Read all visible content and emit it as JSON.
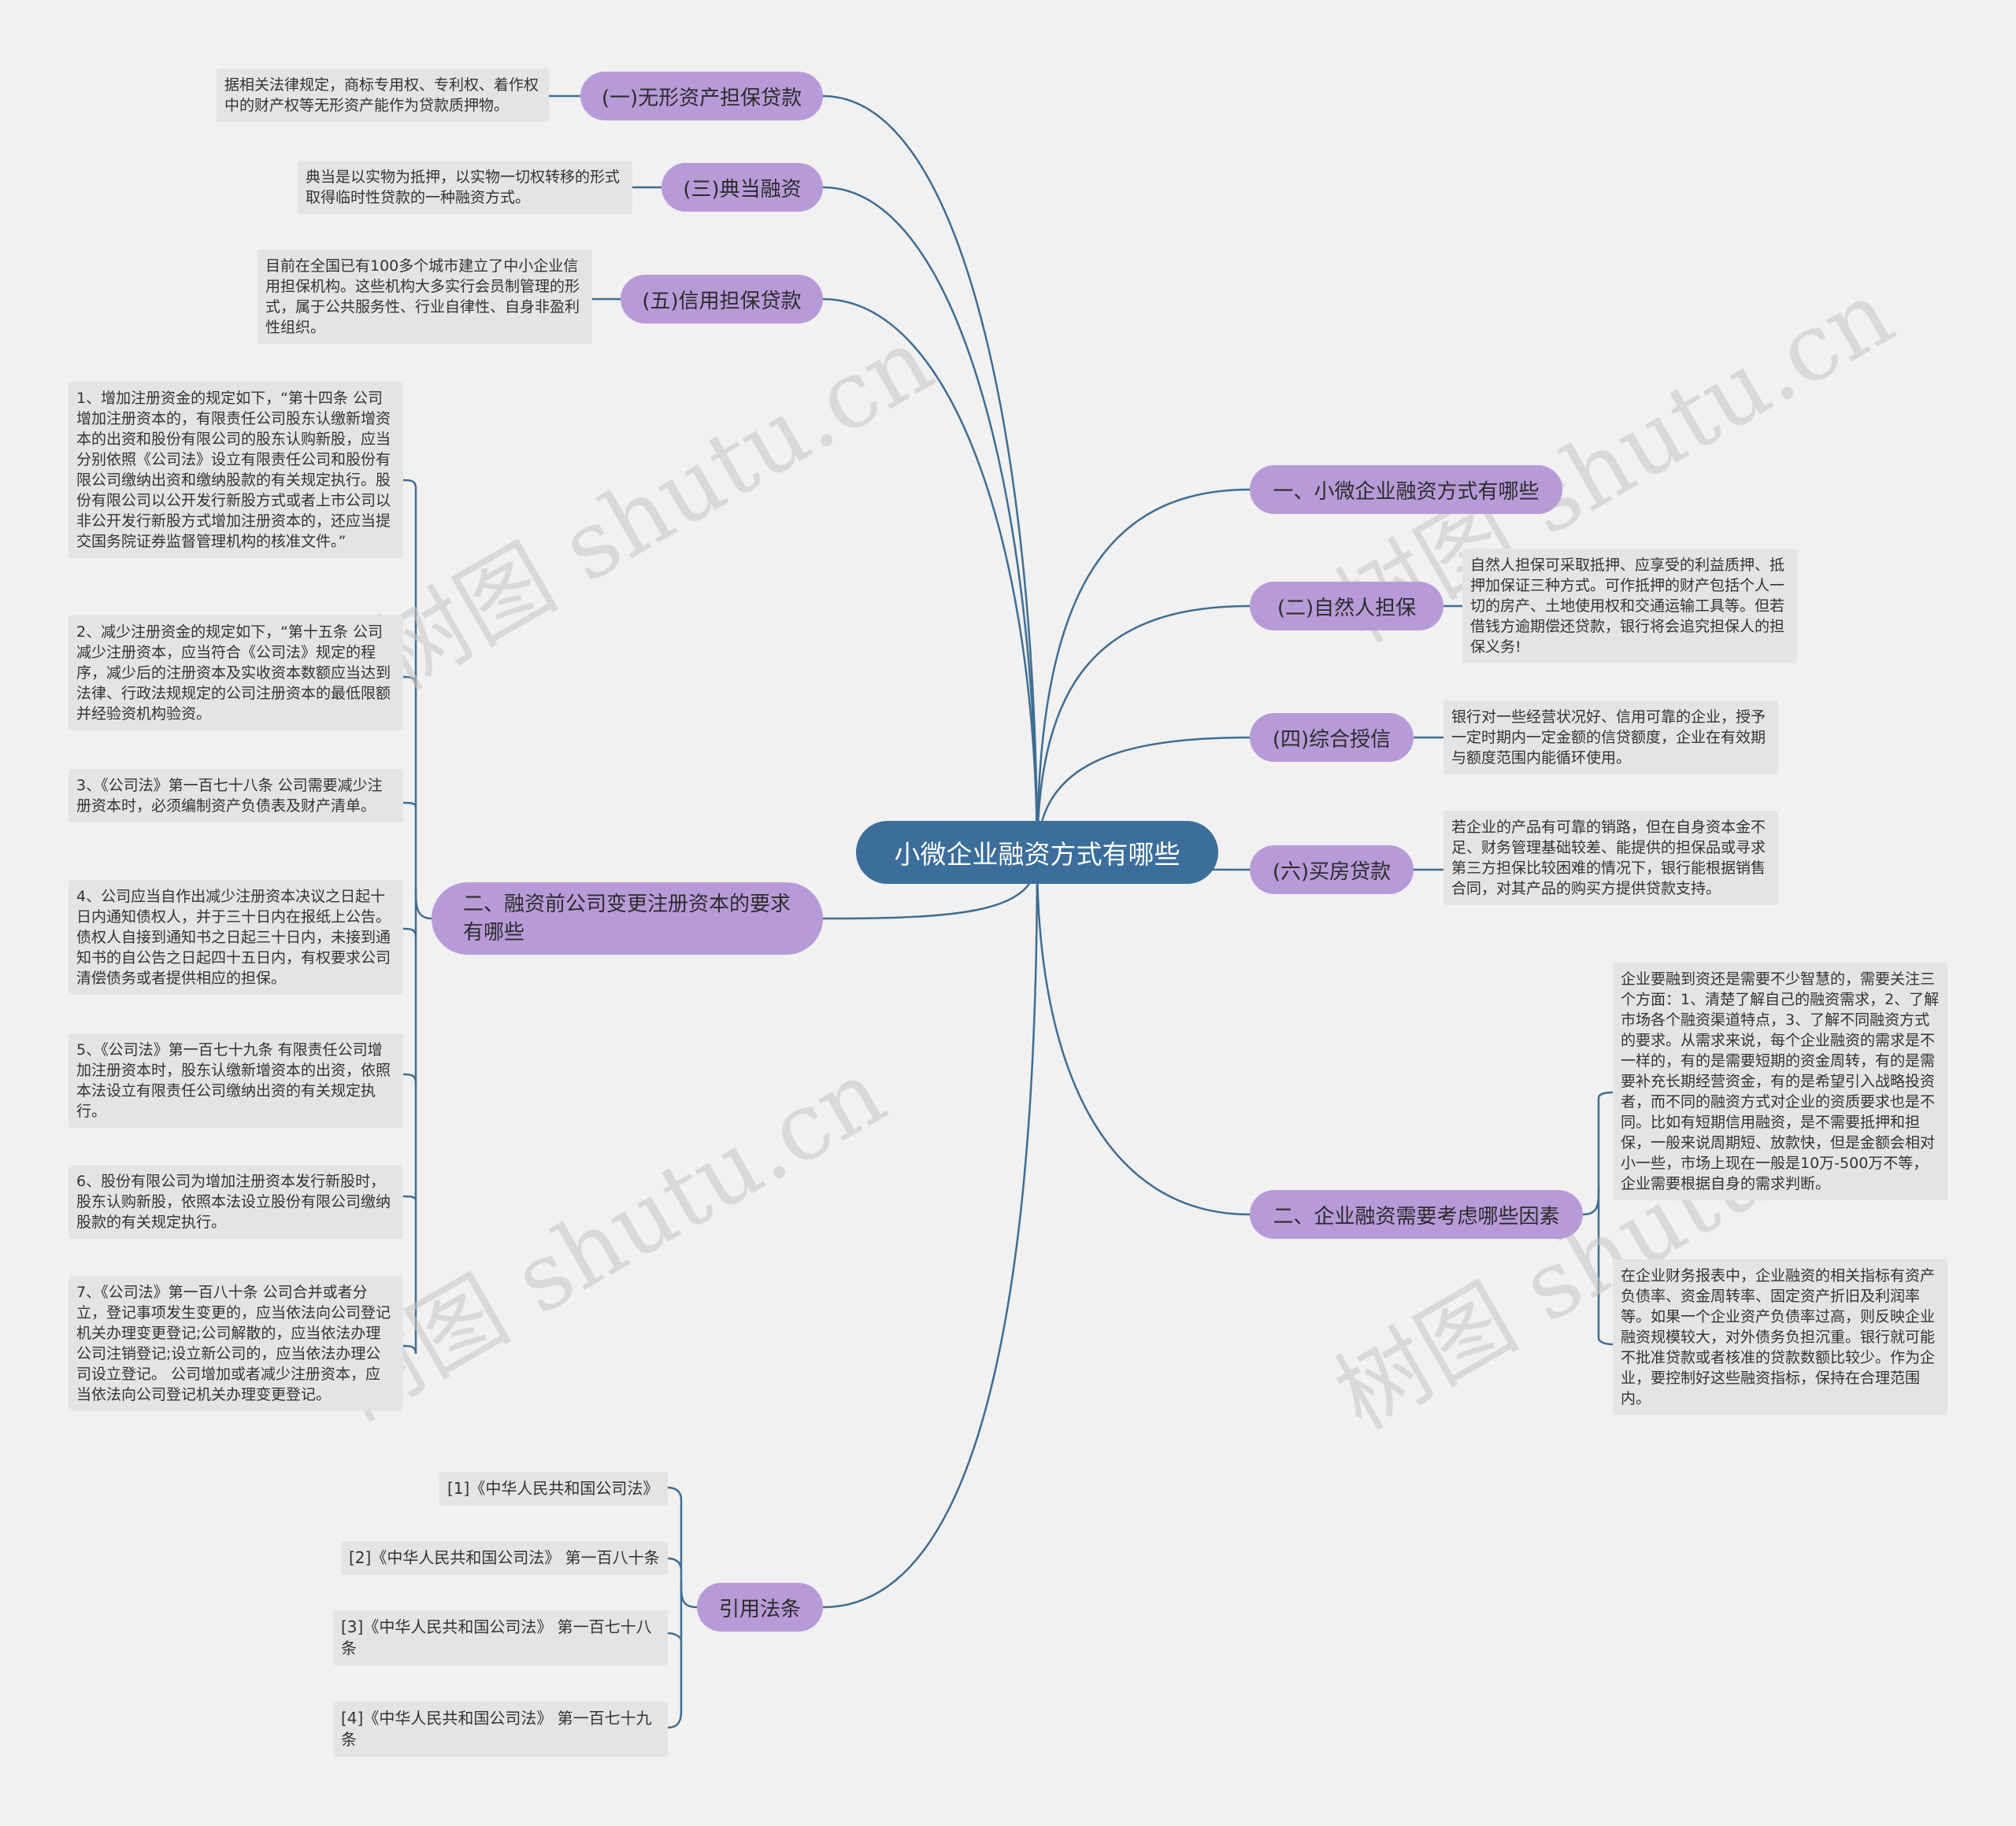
{
  "watermark": "树图 shutu.cn",
  "colors": {
    "background": "#f1f1f1",
    "center": "#3b6e9a",
    "topic": "#b79bd8",
    "leaf": "#e4e4e4",
    "line": "#3f6d92"
  },
  "center": "小微企业融资方式有哪些",
  "left": {
    "t1": {
      "label": "(一)无形资产担保贷款",
      "note": "据相关法律规定，商标专用权、专利权、着作权中的财产权等无形资产能作为贷款质押物。"
    },
    "t3": {
      "label": "(三)典当融资",
      "note": "典当是以实物为抵押，以实物一切权转移的形式取得临时性贷款的一种融资方式。"
    },
    "t5": {
      "label": "(五)信用担保贷款",
      "note": "目前在全国已有100多个城市建立了中小企业信用担保机构。这些机构大多实行会员制管理的形式，属于公共服务性、行业自律性、自身非盈利性组织。"
    },
    "change": {
      "label": "二、融资前公司变更注册资本的要求有哪些",
      "items": [
        "1、增加注册资金的规定如下，“第十四条 公司增加注册资本的，有限责任公司股东认缴新增资本的出资和股份有限公司的股东认购新股，应当分别依照《公司法》设立有限责任公司和股份有限公司缴纳出资和缴纳股款的有关规定执行。股份有限公司以公开发行新股方式或者上市公司以非公开发行新股方式增加注册资本的，还应当提交国务院证券监督管理机构的核准文件。”",
        "2、减少注册资金的规定如下，“第十五条 公司减少注册资本，应当符合《公司法》规定的程序，减少后的注册资本及实收资本数额应当达到法律、行政法规规定的公司注册资本的最低限额并经验资机构验资。",
        "3、《公司法》第一百七十八条 公司需要减少注册资本时，必须编制资产负债表及财产清单。",
        "4、公司应当自作出减少注册资本决议之日起十日内通知债权人，并于三十日内在报纸上公告。债权人自接到通知书之日起三十日内，未接到通知书的自公告之日起四十五日内，有权要求公司清偿债务或者提供相应的担保。",
        "5、《公司法》第一百七十九条 有限责任公司增加注册资本时，股东认缴新增资本的出资，依照本法设立有限责任公司缴纳出资的有关规定执行。",
        "6、股份有限公司为增加注册资本发行新股时，股东认购新股，依照本法设立股份有限公司缴纳股款的有关规定执行。",
        "7、《公司法》第一百八十条 公司合并或者分立，登记事项发生变更的，应当依法向公司登记机关办理变更登记;公司解散的，应当依法办理公司注销登记;设立新公司的，应当依法办理公司设立登记。 公司增加或者减少注册资本，应当依法向公司登记机关办理变更登记。"
      ]
    },
    "refs": {
      "label": "引用法条",
      "items": [
        "[1]《中华人民共和国公司法》",
        "[2]《中华人民共和国公司法》 第一百八十条",
        "[3]《中华人民共和国公司法》 第一百七十八条",
        "[4]《中华人民共和国公司法》 第一百七十九条"
      ]
    }
  },
  "right": {
    "t0": {
      "label": "一、小微企业融资方式有哪些"
    },
    "t2": {
      "label": "(二)自然人担保",
      "note": "自然人担保可采取抵押、应享受的利益质押、抵押加保证三种方式。可作抵押的财产包括个人一切的房产、土地使用权和交通运输工具等。但若借钱方逾期偿还贷款，银行将会追究担保人的担保义务!"
    },
    "t4": {
      "label": "(四)综合授信",
      "note": "银行对一些经营状况好、信用可靠的企业，授予一定时期内一定金额的信贷额度，企业在有效期与额度范围内能循环使用。"
    },
    "t6": {
      "label": "(六)买房贷款",
      "note": "若企业的产品有可靠的销路，但在自身资本金不足、财务管理基础较差、能提供的担保品或寻求第三方担保比较困难的情况下，银行能根据销售合同，对其产品的购买方提供贷款支持。"
    },
    "factors": {
      "label": "二、企业融资需要考虑哪些因素",
      "note1": "企业要融到资还是需要不少智慧的，需要关注三个方面：1、清楚了解自己的融资需求，2、了解市场各个融资渠道特点，3、了解不同融资方式的要求。从需求来说，每个企业融资的需求是不一样的，有的是需要短期的资金周转，有的是需要补充长期经营资金，有的是希望引入战略投资者，而不同的融资方式对企业的资质要求也是不同。比如有短期信用融资，是不需要抵押和担保，一般来说周期短、放款快，但是金额会相对小一些，市场上现在一般是10万-500万不等，企业需要根据自身的需求判断。",
      "note2": "在企业财务报表中，企业融资的相关指标有资产负债率、资金周转率、固定资产折旧及利润率等。如果一个企业资产负债率过高，则反映企业融资规模较大，对外债务负担沉重。银行就可能不批准贷款或者核准的贷款数额比较少。作为企业，要控制好这些融资指标，保持在合理范围内。"
    }
  }
}
